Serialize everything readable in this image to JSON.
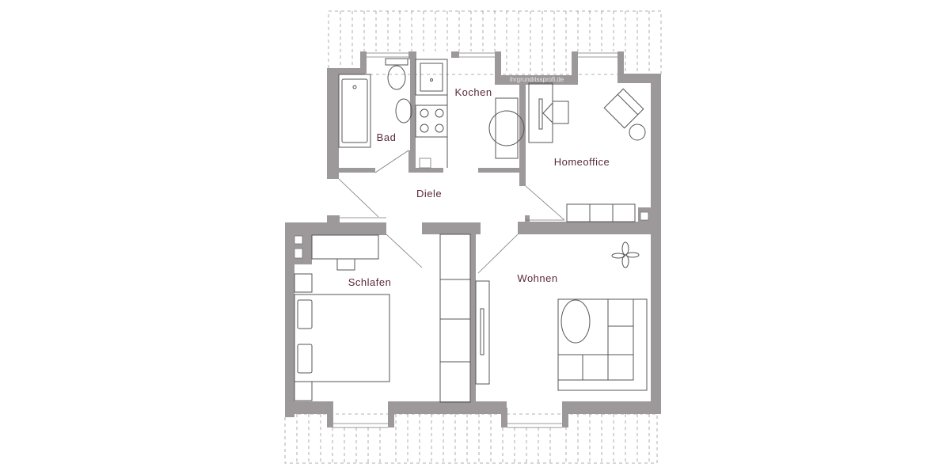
{
  "plan": {
    "watermark": "ihrgrundrissprofi.de",
    "colors": {
      "wall": "#9d9899",
      "label": "#5a2a38",
      "background": "#ffffff"
    },
    "rooms": [
      {
        "id": "bad",
        "label": "Bad"
      },
      {
        "id": "kochen",
        "label": "Kochen"
      },
      {
        "id": "homeoffice",
        "label": "Homeoffice"
      },
      {
        "id": "diele",
        "label": "Diele"
      },
      {
        "id": "schlafen",
        "label": "Schlafen"
      },
      {
        "id": "wohnen",
        "label": "Wohnen"
      }
    ]
  }
}
